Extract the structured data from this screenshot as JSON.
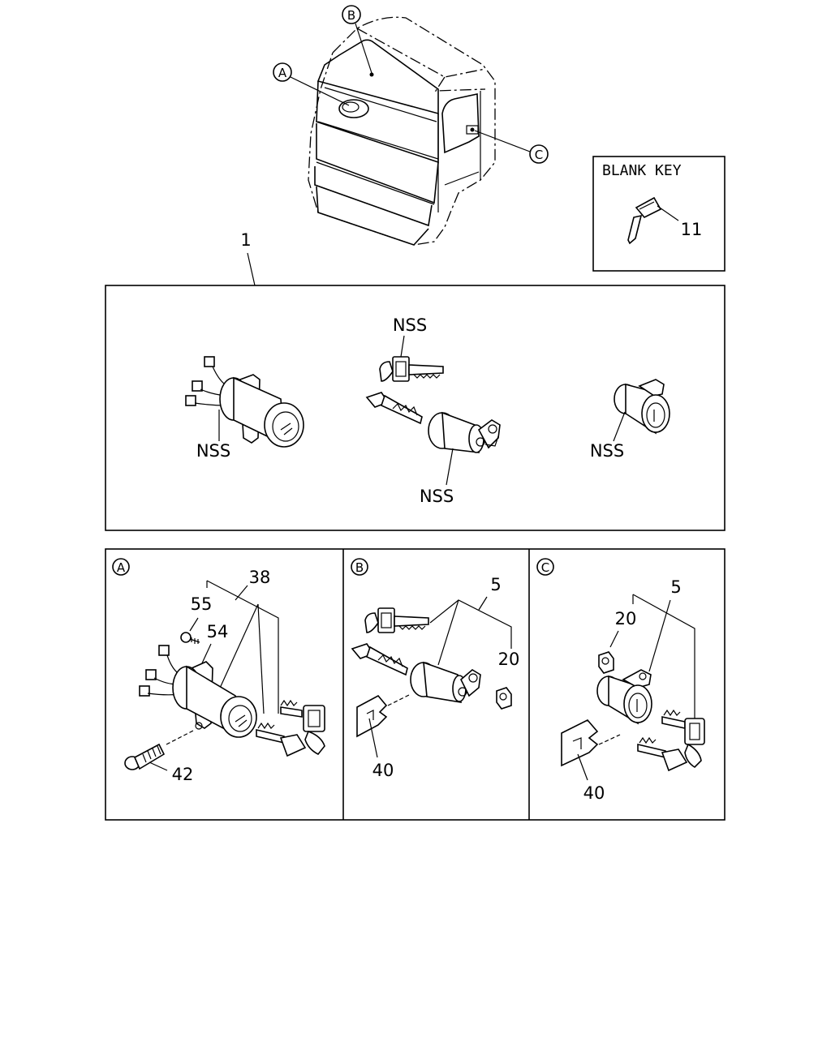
{
  "callouts": {
    "top": {
      "a": "A",
      "b": "B",
      "c": "C"
    },
    "panel_a": "A",
    "panel_b": "B",
    "panel_c": "C"
  },
  "blank_key": {
    "title": "BLANK KEY",
    "part": "11"
  },
  "assembly": {
    "part": "1",
    "nss_ignition": "NSS",
    "nss_keys": "NSS",
    "nss_door": "NSS",
    "nss_right": "NSS"
  },
  "panel_a": {
    "p38": "38",
    "p55": "55",
    "p54": "54",
    "p42": "42"
  },
  "panel_b": {
    "p5": "5",
    "p20": "20",
    "p40": "40"
  },
  "panel_c": {
    "p5": "5",
    "p20": "20",
    "p40": "40"
  }
}
